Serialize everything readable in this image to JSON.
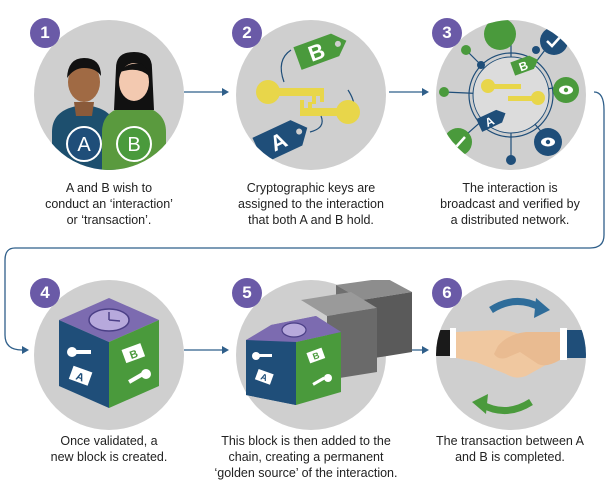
{
  "steps": [
    {
      "number": "1",
      "caption": [
        "A and B wish to",
        "conduct an ‘interaction’",
        "or ‘transaction’."
      ],
      "labels": {
        "a": "A",
        "b": "B"
      }
    },
    {
      "number": "2",
      "caption": [
        "Cryptographic keys are",
        "assigned to the interaction",
        "that both A and B hold."
      ],
      "labels": {
        "a": "A",
        "b": "B"
      }
    },
    {
      "number": "3",
      "caption": [
        "The interaction is",
        "broadcast and verified by",
        "a distributed network."
      ],
      "labels": {
        "a": "A",
        "b": "B"
      }
    },
    {
      "number": "4",
      "caption": [
        "Once validated, a",
        "new block is created."
      ],
      "labels": {
        "a": "A",
        "b": "B"
      }
    },
    {
      "number": "5",
      "caption": [
        "This block is then added to the",
        "chain, creating a permanent",
        "‘golden source’ of the interaction."
      ],
      "labels": {
        "a": "A",
        "b": "B"
      }
    },
    {
      "number": "6",
      "caption": [
        "The transaction between A",
        "and B is completed."
      ]
    }
  ],
  "colors": {
    "badge": "#6a5aa7",
    "circle": "#cfcfcf",
    "blue": "#1f4e79",
    "green": "#4a9a3c",
    "key": "#e8d64a",
    "arrow": "#2f5f8a"
  }
}
